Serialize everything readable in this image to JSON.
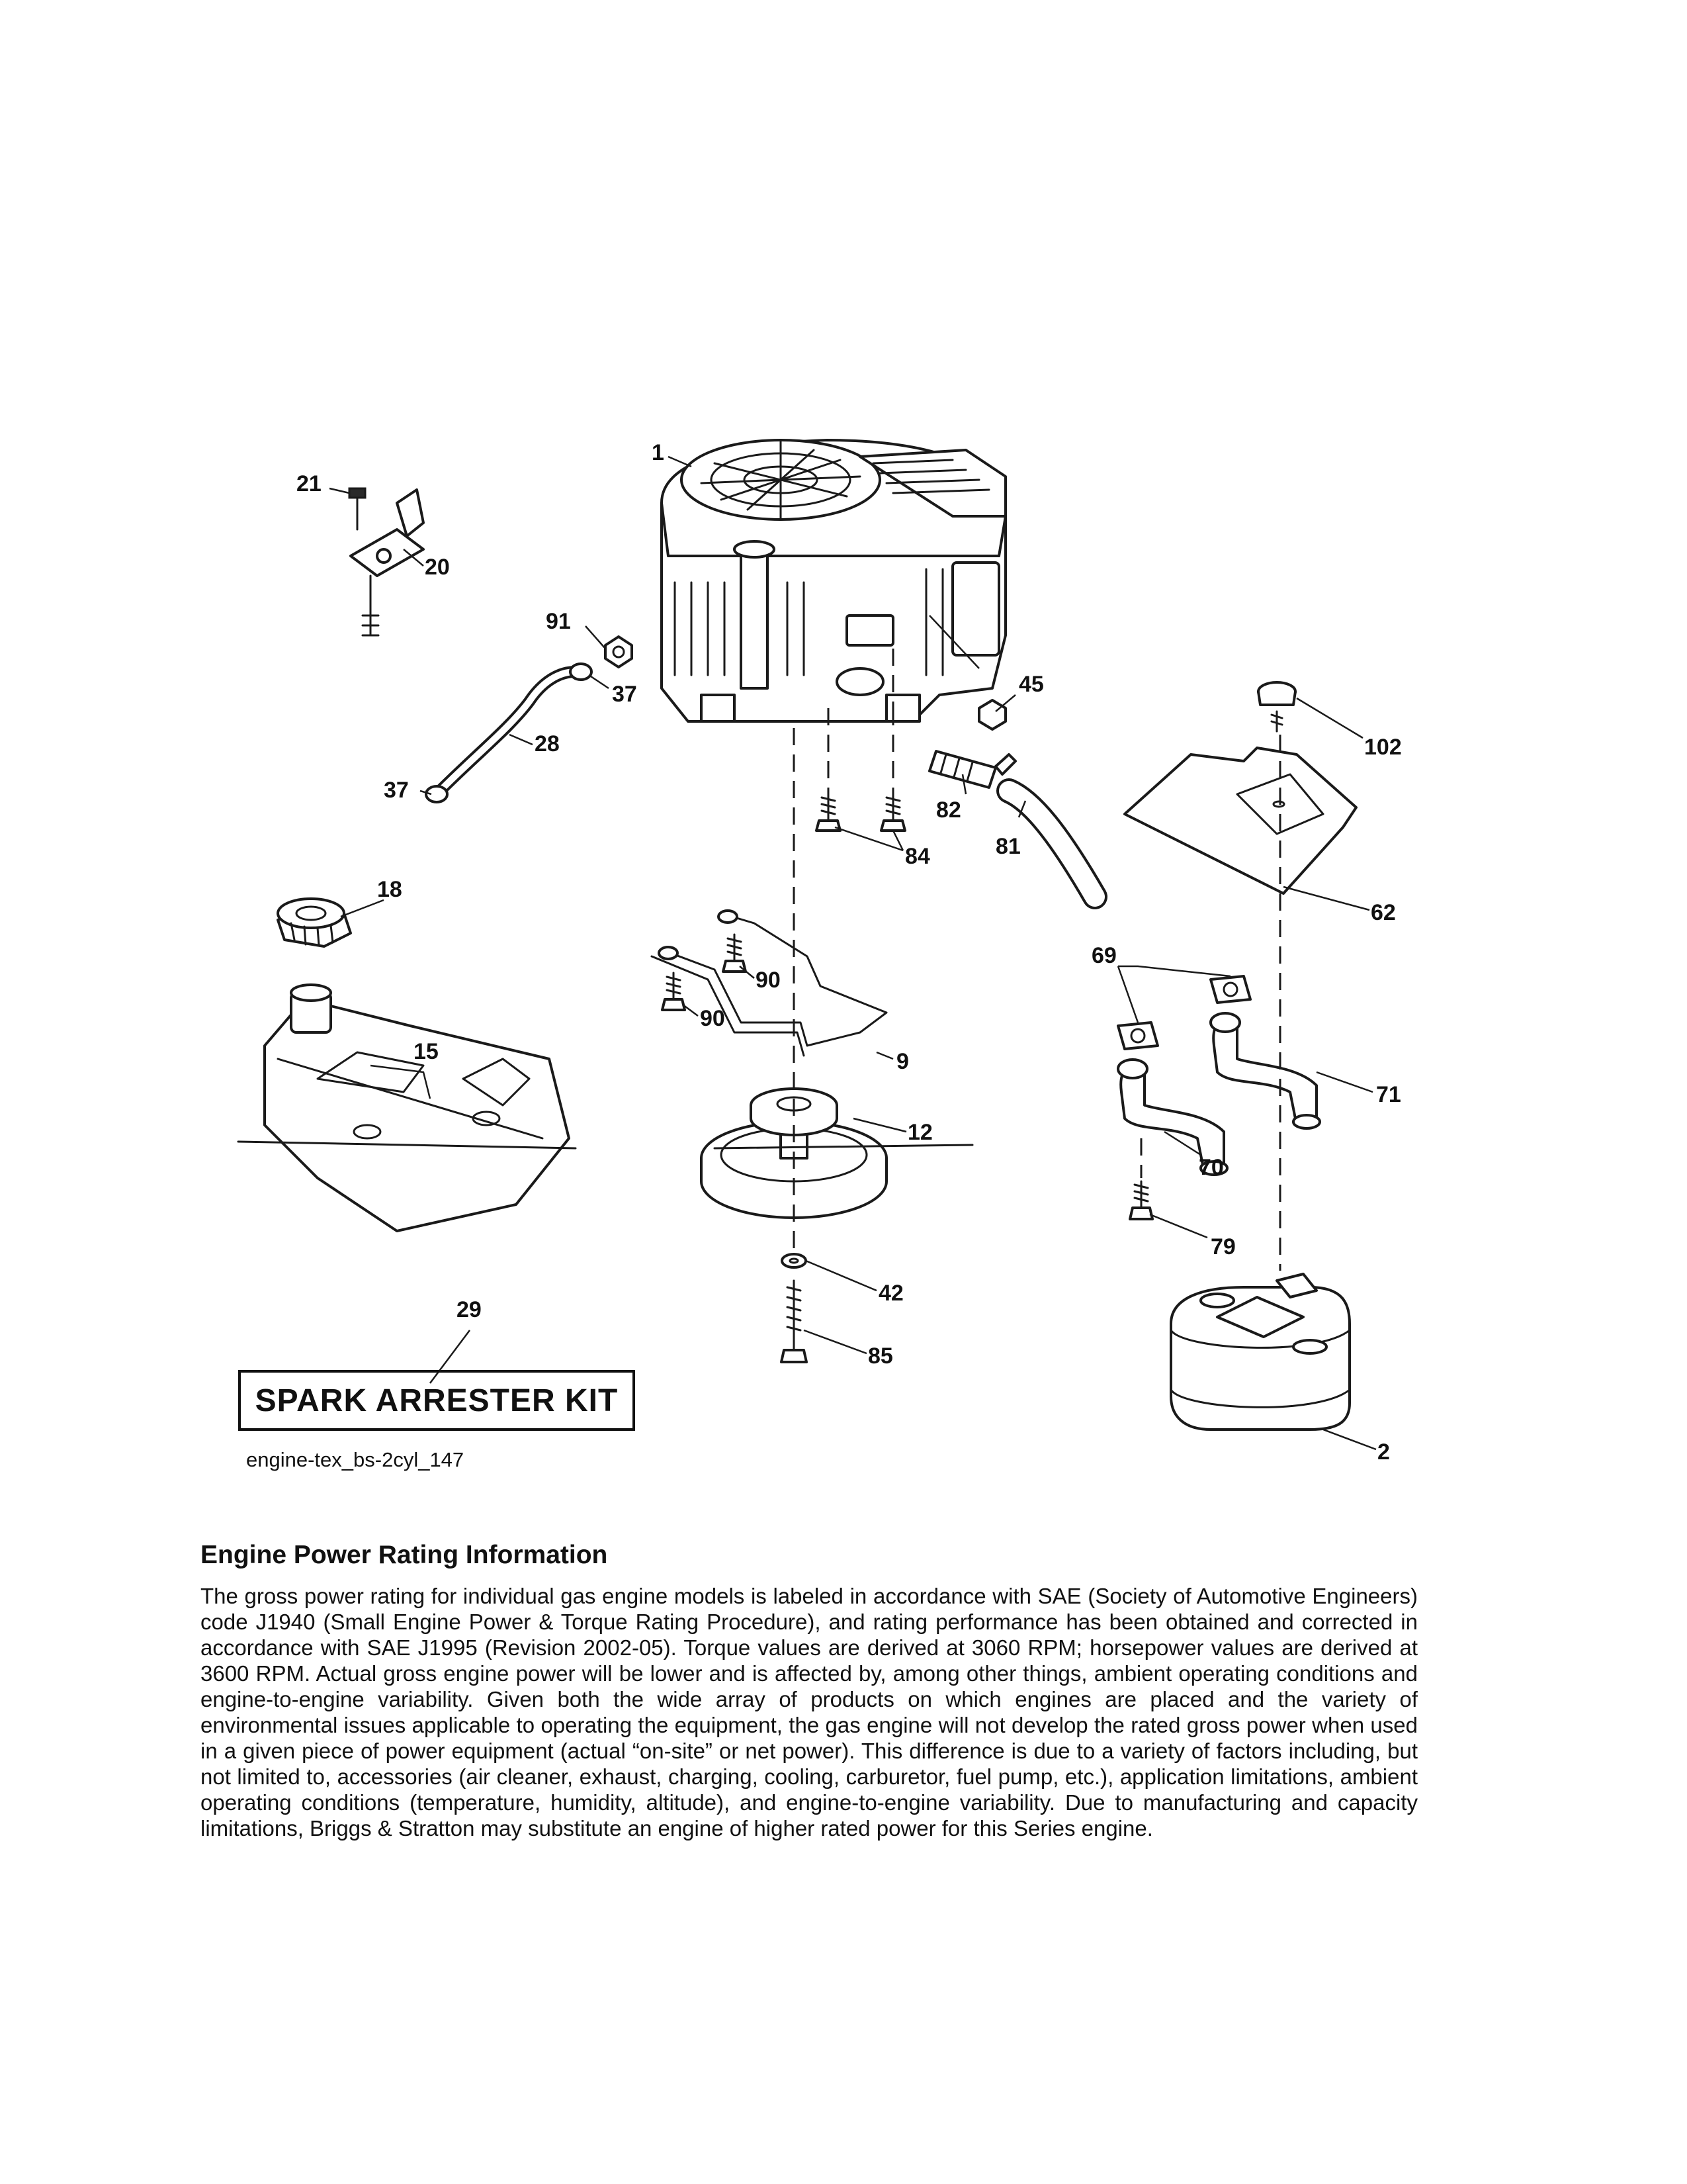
{
  "callouts": {
    "c1": "1",
    "c2": "2",
    "c9": "9",
    "c12": "12",
    "c15": "15",
    "c18": "18",
    "c20": "20",
    "c21": "21",
    "c28": "28",
    "c29": "29",
    "c37a": "37",
    "c37b": "37",
    "c42": "42",
    "c45": "45",
    "c62": "62",
    "c69": "69",
    "c70": "70",
    "c71": "71",
    "c79": "79",
    "c81": "81",
    "c82": "82",
    "c84": "84",
    "c85": "85",
    "c90a": "90",
    "c90b": "90",
    "c91": "91",
    "c102": "102"
  },
  "kit_label": "SPARK ARRESTER KIT",
  "diagram_ref": "engine-tex_bs-2cyl_147",
  "info": {
    "heading": "Engine Power Rating Information",
    "body": "The gross power rating for individual gas engine models is labeled in accordance with SAE (Society of Automotive Engineers) code J1940 (Small Engine Power & Torque Rating Procedure), and rating performance has been obtained and corrected in accordance with SAE J1995 (Revision 2002-05). Torque values are derived at 3060 RPM; horsepower values are derived at 3600 RPM. Actual gross engine power will be lower and is affected by, among other things, ambient operating conditions and engine-to-engine variability. Given both the wide array of products on which engines are placed and the variety of environmental issues applicable to operating the equipment, the gas engine will not develop the rated gross power when used in a given piece of power equipment (actual “on-site” or net power). This difference is due to a variety of factors including, but not limited to, accessories (air cleaner, exhaust, charging, cooling, carburetor, fuel pump, etc.), application limitations, ambient operating conditions (temperature, humidity, altitude), and engine-to-engine variability. Due to manufacturing and capacity limitations, Briggs & Stratton may substitute an engine of higher rated power for this Series engine."
  }
}
